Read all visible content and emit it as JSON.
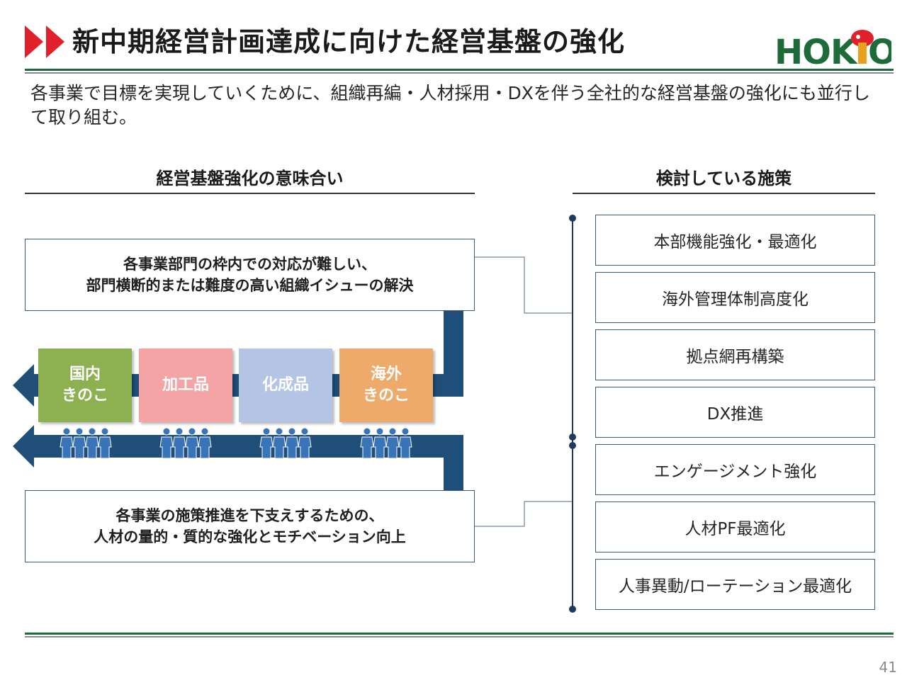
{
  "header": {
    "title": "新中期経営計画達成に向けた経営基盤の強化",
    "logo_text": "HOKTO",
    "brand_color": "#1e6b3a",
    "arrow_color": "#e0202a"
  },
  "intro": "各事業で目標を実現していくために、組織再編・人材採用・DXを伴う全社的な経営基盤の強化にも並行して取り組む。",
  "left_section": {
    "heading": "経営基盤強化の意味合い",
    "top_issue": "各事業部門の枠内での対応が難しい、\n部門横断的または難度の高い組織イシューの解決",
    "bottom_issue": "各事業の施策推進を下支えするための、\n人材の量的・質的な強化とモチベーション向上",
    "businesses": [
      {
        "label": "国内\nきのこ",
        "color": "#8db050"
      },
      {
        "label": "加工品",
        "color": "#f4a4a4"
      },
      {
        "label": "化成品",
        "color": "#b4c4e4"
      },
      {
        "label": "海外\nきのこ",
        "color": "#eeaa6a"
      }
    ],
    "people_icon": "people-group-icon",
    "arrow_color": "#1f4e79"
  },
  "right_section": {
    "heading": "検討している施策",
    "measures": [
      "本部機能強化・最適化",
      "海外管理体制高度化",
      "拠点網再構築",
      "DX推進",
      "エンゲージメント強化",
      "人材PF最適化",
      "人事異動/ローテーション最適化"
    ]
  },
  "footer": {
    "page_number": "41"
  }
}
